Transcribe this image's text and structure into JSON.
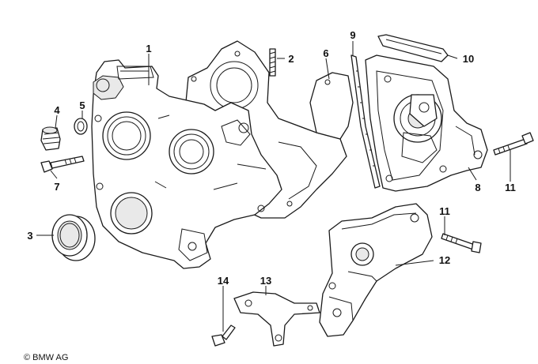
{
  "callouts": [
    {
      "id": "1",
      "label": "1"
    },
    {
      "id": "2",
      "label": "2"
    },
    {
      "id": "3",
      "label": "3"
    },
    {
      "id": "4",
      "label": "4"
    },
    {
      "id": "5",
      "label": "5"
    },
    {
      "id": "6",
      "label": "6"
    },
    {
      "id": "7",
      "label": "7"
    },
    {
      "id": "8",
      "label": "8"
    },
    {
      "id": "9",
      "label": "9"
    },
    {
      "id": "10",
      "label": "10"
    },
    {
      "id": "11a",
      "label": "11"
    },
    {
      "id": "11b",
      "label": "11"
    },
    {
      "id": "12",
      "label": "12"
    },
    {
      "id": "13",
      "label": "13"
    },
    {
      "id": "14",
      "label": "14"
    }
  ],
  "copyright": "© BMW AG"
}
